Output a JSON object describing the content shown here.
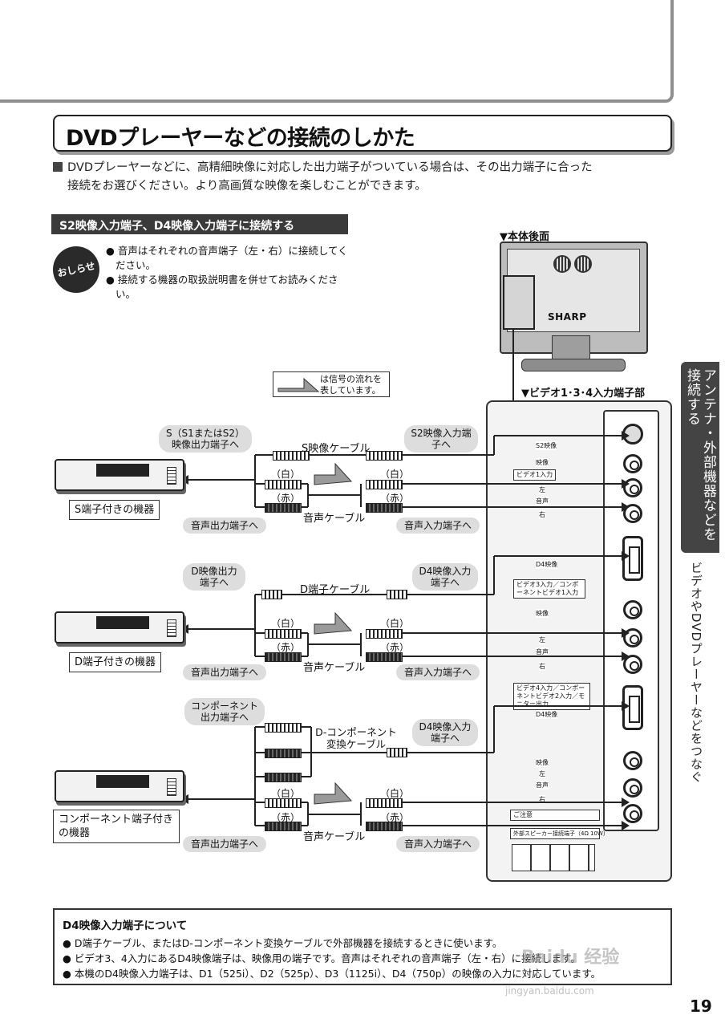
{
  "title": "DVDプレーヤーなどの接続のしかた",
  "intro": {
    "line1": "DVDプレーヤーなどに、高精細映像に対応した出力端子がついている場合は、その出力端子に合った",
    "line2": "接続をお選びください。より高画質な映像を楽しむことができます。"
  },
  "section_heading": "S2映像入力端子、D4映像入力端子に接続する",
  "oshirase": "おしらせ",
  "notes": [
    "● 音声はそれぞれの音声端子（左・右）に接続してください。",
    "● 接続する機器の取扱説明書を併せてお読みください。"
  ],
  "tv": {
    "label": "▼本体後面",
    "brand": "SHARP"
  },
  "panel_title": "▼ビデオ1･3･4入力端子部",
  "legend": "は信号の流れを表しています。",
  "side_tab": "アンテナ・外部機器などを接続する",
  "side_sub": "ビデオやDVDプレーヤーなどをつなぐ",
  "groups": [
    {
      "device": "S端子付きの機器",
      "out_callout": "S（S1またはS2）映像出力端子へ",
      "in_callout": "S2映像入力端子へ",
      "video_cable": "S映像ケーブル",
      "audio_cable": "音声ケーブル",
      "white": "（白）",
      "red": "（赤）",
      "audio_out": "音声出力端子へ",
      "audio_in": "音声入力端子へ"
    },
    {
      "device": "D端子付きの機器",
      "out_callout": "D映像出力端子へ",
      "in_callout": "D4映像入力端子へ",
      "video_cable": "D端子ケーブル",
      "audio_cable": "音声ケーブル",
      "white": "（白）",
      "red": "（赤）",
      "audio_out": "音声出力端子へ",
      "audio_in": "音声入力端子へ"
    },
    {
      "device": "コンポーネント端子付きの機器",
      "out_callout": "コンポーネント出力端子へ",
      "in_callout": "D4映像入力端子へ",
      "video_cable": "D-コンポーネント変換ケーブル",
      "audio_cable": "音声ケーブル",
      "white": "（白）",
      "red": "（赤）",
      "audio_out": "音声出力端子へ",
      "audio_in": "音声入力端子へ"
    }
  ],
  "panel_tags": {
    "s2": "S2映像",
    "video": "映像",
    "video1_in": "ビデオ1入力",
    "left": "左",
    "audio": "音声",
    "right": "右",
    "d4": "D4映像",
    "video3_in": "ビデオ3入力／コンポーネントビデオ1入力",
    "video4_in": "ビデオ4入力／コンポーネントビデオ2入力／モニター出力",
    "caution": "ご注意",
    "speaker": "外部スピーカー接続端子（4Ω 10W）"
  },
  "d4_note": {
    "title": "D4映像入力端子について",
    "items": [
      "● D端子ケーブル、またはD-コンポーネント変換ケーブルで外部機器を接続するときに使います。",
      "● ビデオ3、4入力にあるD4映像端子は、映像用の端子です。音声はそれぞれの音声端子（左・右）に接続します。",
      "● 本機のD4映像入力端子は、D1（525i）、D2（525p）、D3（1125i）、D4（750p）の映像の入力に対応しています。"
    ]
  },
  "page_number": "19",
  "watermark": "Baidu 经验",
  "watermark_url": "jingyan.baidu.com"
}
